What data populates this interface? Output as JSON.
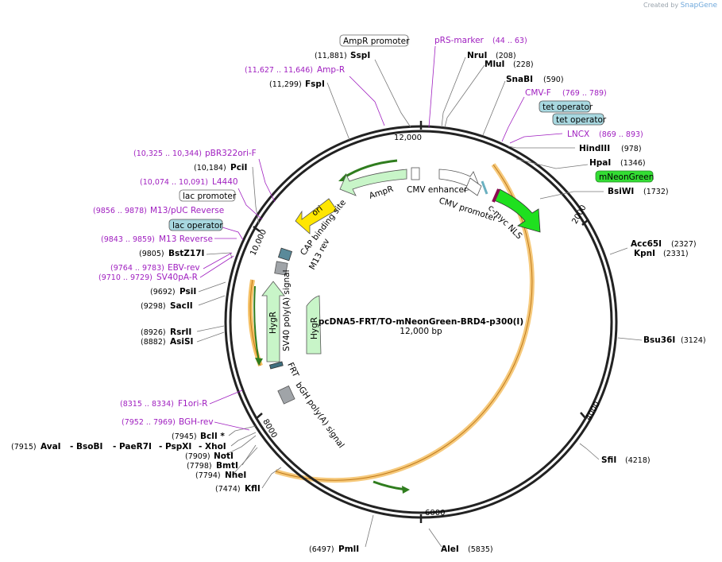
{
  "credit": {
    "created_by": "Created by",
    "brand": "SnapGene"
  },
  "plasmid": {
    "name": "pcDNA5-FRT/TO-mNeonGreen-BRD4-p300(I)",
    "size": "12,000 bp"
  },
  "ticks": [
    "12,000",
    "2000",
    "4000",
    "6000",
    "8000",
    "10,000"
  ],
  "enzymes": [
    {
      "name": "SspI",
      "pos": "(11,881)"
    },
    {
      "name": "NruI",
      "pos": "(208)"
    },
    {
      "name": "MluI",
      "pos": "(228)"
    },
    {
      "name": "SnaBI",
      "pos": "(590)"
    },
    {
      "name": "FspI",
      "pos": "(11,299)"
    },
    {
      "name": "HindIII",
      "pos": "(978)"
    },
    {
      "name": "HpaI",
      "pos": "(1346)"
    },
    {
      "name": "BsiWI",
      "pos": "(1732)"
    },
    {
      "name": "PciI",
      "pos": "(10,184)"
    },
    {
      "name": "Acc65I",
      "pos": "(2327)"
    },
    {
      "name": "KpnI",
      "pos": "(2331)"
    },
    {
      "name": "BstZ17I",
      "pos": "(9805)"
    },
    {
      "name": "PsiI",
      "pos": "(9692)"
    },
    {
      "name": "SacII",
      "pos": "(9298)"
    },
    {
      "name": "RsrII",
      "pos": "(8926)"
    },
    {
      "name": "AsiSI",
      "pos": "(8882)"
    },
    {
      "name": "Bsu36I",
      "pos": "(3124)"
    },
    {
      "name": "BclI *",
      "pos": "(7945)"
    },
    {
      "name": "AvaI",
      "pos": "(7915)"
    },
    {
      "name": "- BsoBI",
      "pos": ""
    },
    {
      "name": "- PaeR7I",
      "pos": ""
    },
    {
      "name": "- PspXI",
      "pos": ""
    },
    {
      "name": "- XhoI",
      "pos": ""
    },
    {
      "name": "NotI",
      "pos": "(7909)"
    },
    {
      "name": "BmtI",
      "pos": "(7798)"
    },
    {
      "name": "NheI",
      "pos": "(7794)"
    },
    {
      "name": "KflI",
      "pos": "(7474)"
    },
    {
      "name": "SfiI",
      "pos": "(4218)"
    },
    {
      "name": "PmlI",
      "pos": "(6497)"
    },
    {
      "name": "AleI",
      "pos": "(5835)"
    }
  ],
  "primers": [
    {
      "name": "pRS-marker",
      "pos": "(44 .. 63)"
    },
    {
      "name": "Amp-R",
      "pos": "(11,627 .. 11,646)"
    },
    {
      "name": "CMV-F",
      "pos": "(769 .. 789)"
    },
    {
      "name": "LNCX",
      "pos": "(869 .. 893)"
    },
    {
      "name": "pBR322ori-F",
      "pos": "(10,325 .. 10,344)"
    },
    {
      "name": "L4440",
      "pos": "(10,074 .. 10,091)"
    },
    {
      "name": "M13/pUC Reverse",
      "pos": "(9856 .. 9878)"
    },
    {
      "name": "M13 Reverse",
      "pos": "(9843 .. 9859)"
    },
    {
      "name": "EBV-rev",
      "pos": "(9764 .. 9783)"
    },
    {
      "name": "SV40pA-R",
      "pos": "(9710 .. 9729)"
    },
    {
      "name": "F1ori-R",
      "pos": "(8315 .. 8334)"
    },
    {
      "name": "BGH-rev",
      "pos": "(7952 .. 7969)"
    }
  ],
  "boxed_labels": {
    "ampr_promoter": "AmpR promoter",
    "tet_operator_1": "tet operator",
    "tet_operator_2": "tet operator",
    "mneongreen": "mNeonGreen",
    "lac_promoter": "lac promoter",
    "lac_operator": "lac operator"
  },
  "features": {
    "ampr": "AmpR",
    "cmv_enhancer": "CMV enhancer",
    "cmv_promoter": "CMV promoter",
    "cmyc_nls": "c-myc NLS",
    "ori": "ori",
    "cap_binding_site": "CAP binding site",
    "m13_rev": "M13 rev",
    "sv40_polya_signal": "SV40 poly(A) signal",
    "hygr_1": "HygR",
    "hygr_2": "HygR",
    "frt": "FRT",
    "bgh_polya_signal": "bGH poly(A) signal"
  },
  "colors": {
    "backbone": "#222222",
    "orf_highlight": "#f5c064",
    "green_arrow": "#2f7d1e",
    "pale_green": "#c8f5c8",
    "bright_green": "#1fe01f",
    "ori_yellow": "#ffe600",
    "primer": "#a020c0",
    "operator_box": "#a8d8e0",
    "mneongreen_box": "#33dd33"
  }
}
